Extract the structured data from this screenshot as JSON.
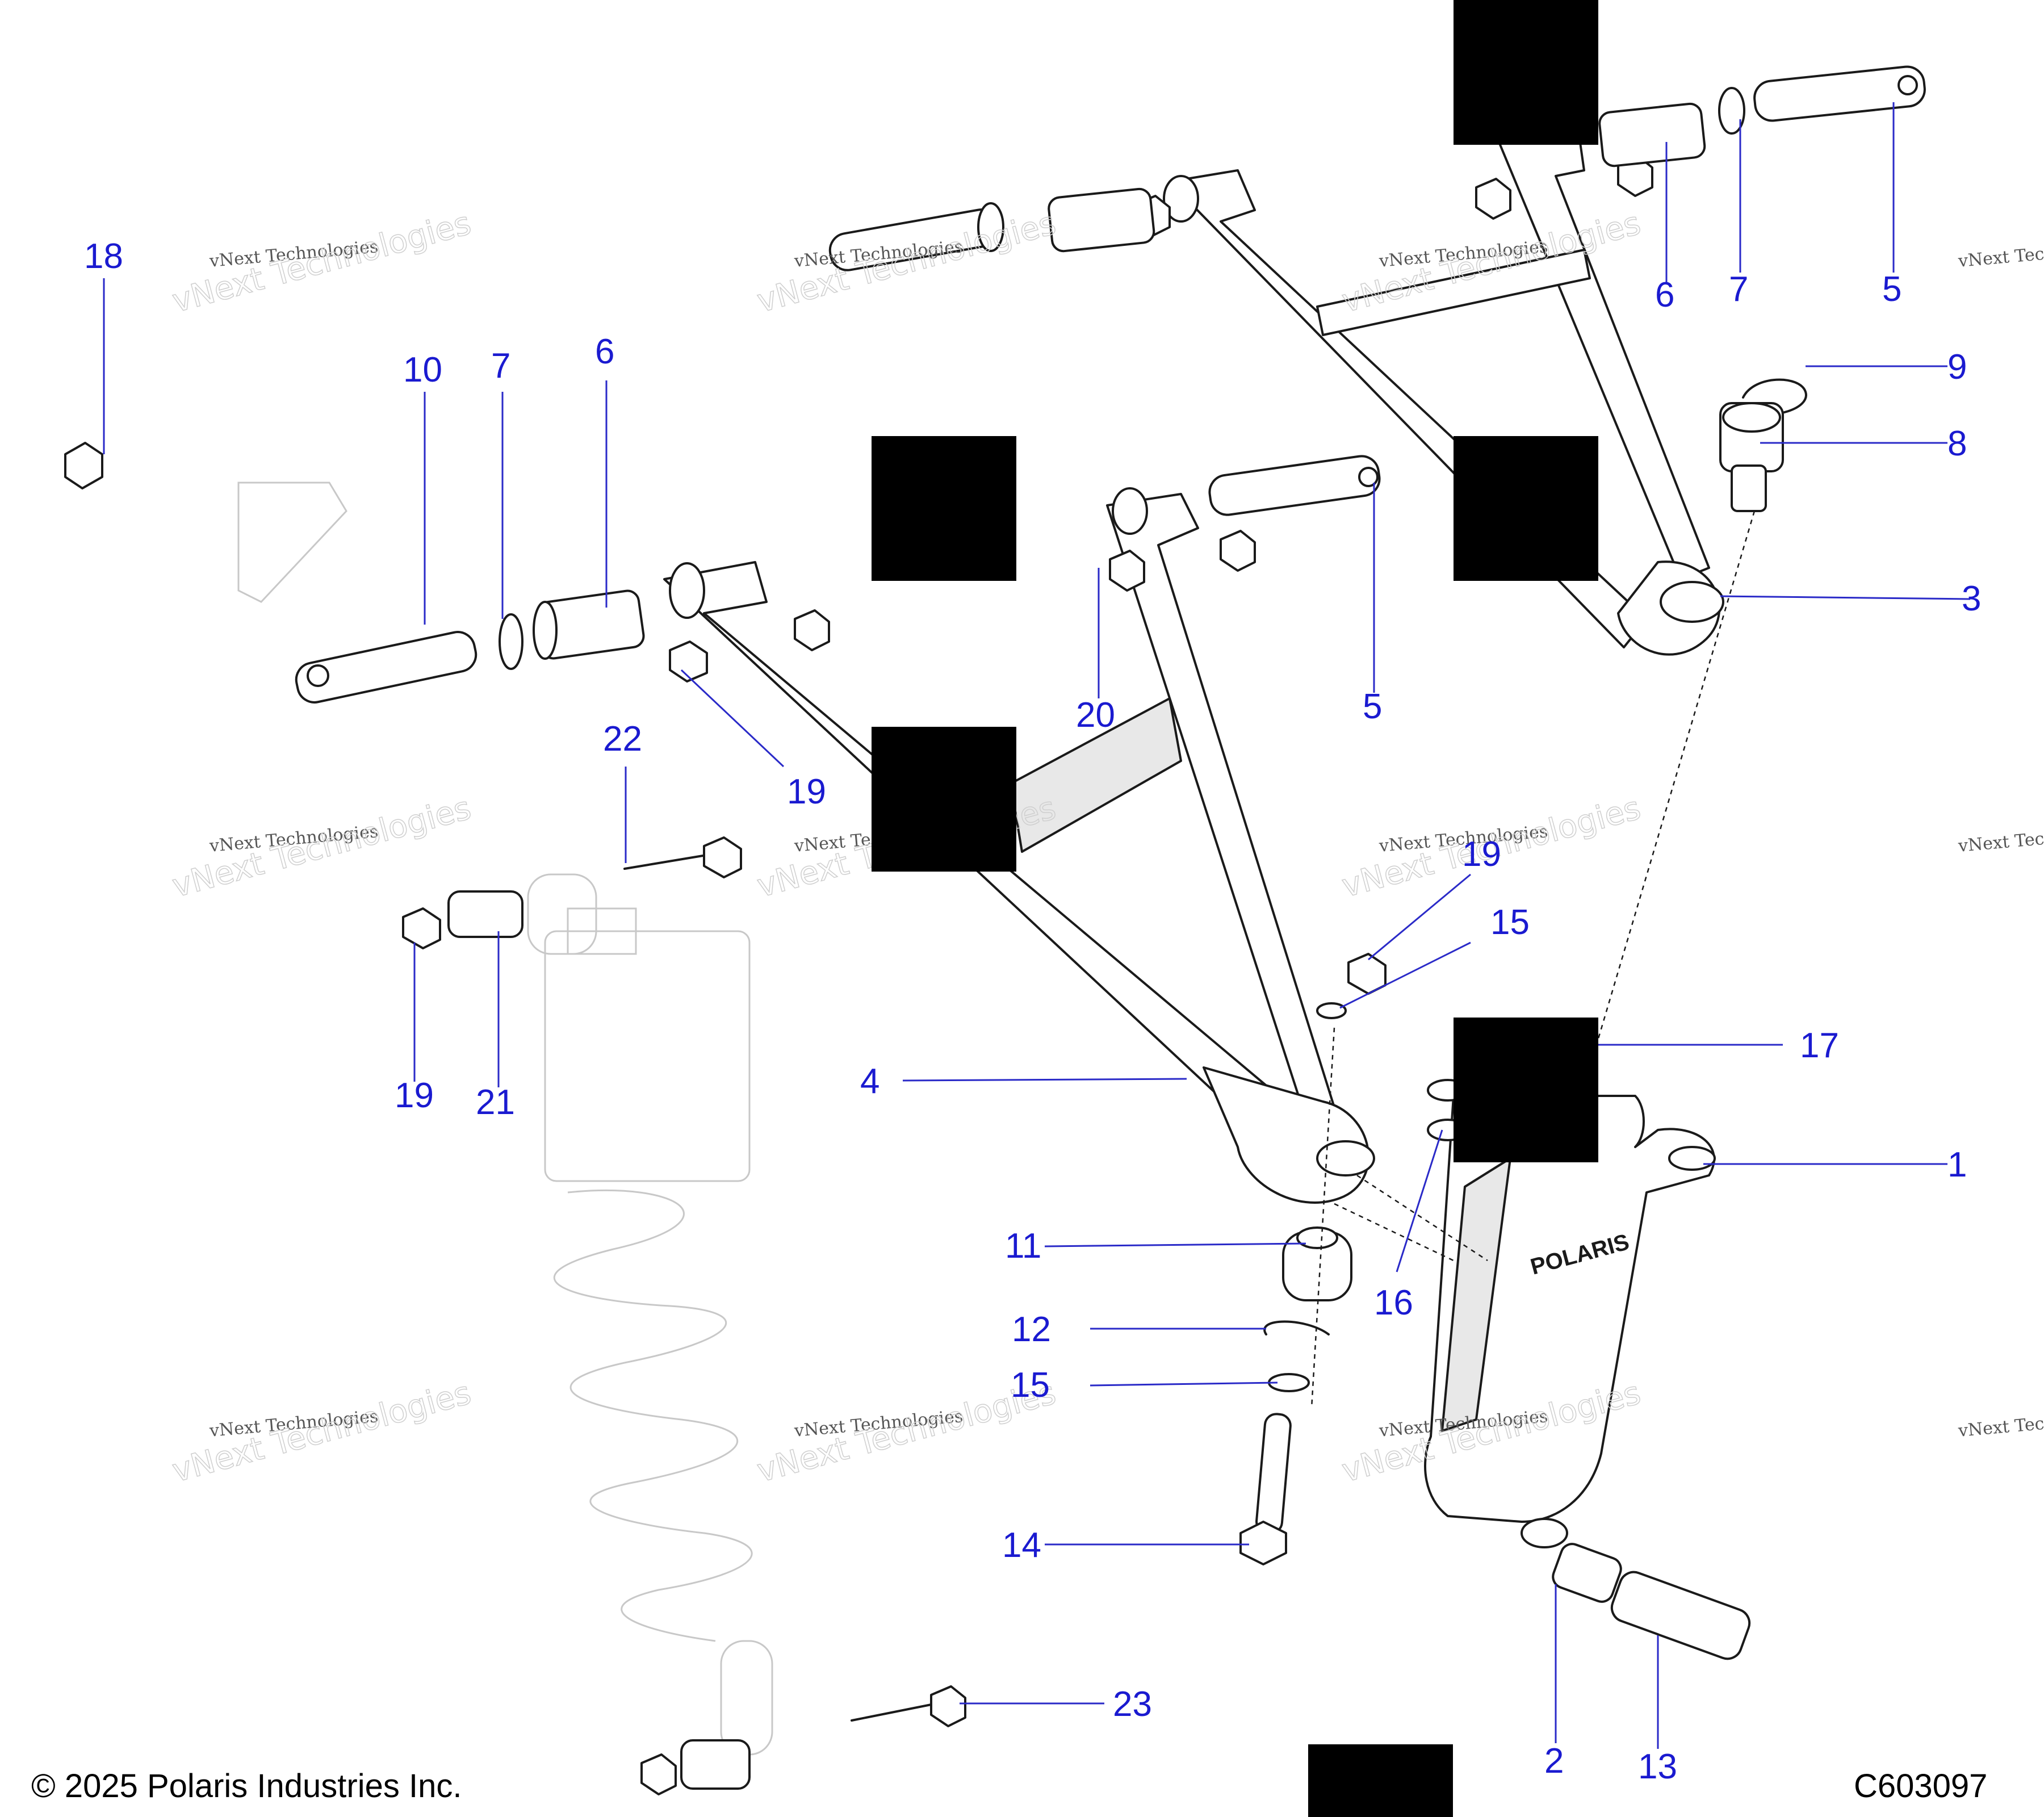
{
  "callouts": [
    "18",
    "10",
    "7",
    "6",
    "22",
    "19",
    "21",
    "4",
    "20",
    "5",
    "11",
    "12",
    "15",
    "14",
    "2",
    "13",
    "23",
    "16",
    "17",
    "1",
    "3",
    "8",
    "9"
  ],
  "watermark": {
    "line1": "vNext Technologies",
    "line2": "vNext Technologies"
  },
  "footer": {
    "copyright": "© 2025 Polaris Industries Inc.",
    "figure_id": "C603097"
  },
  "brand_mark": "POLARIS"
}
